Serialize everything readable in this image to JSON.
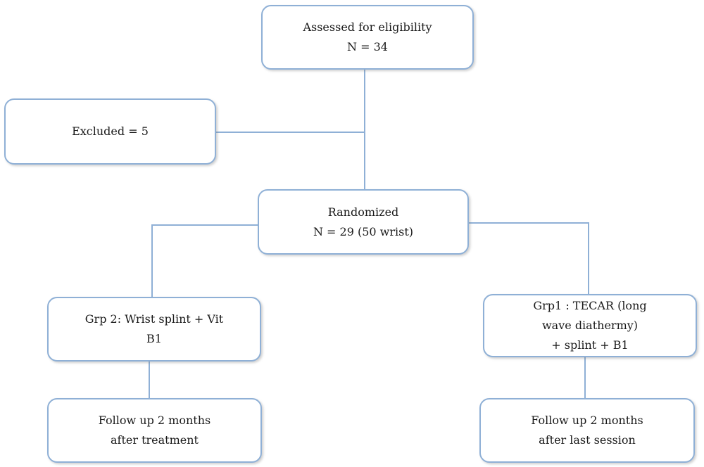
{
  "colors": {
    "box_border": "#8fb0d6",
    "connector": "#8fb0d6",
    "text": "#1a1a1a"
  },
  "nodes": {
    "assessed": {
      "line1": "Assessed for eligibility",
      "line2": "N = 34"
    },
    "excluded": {
      "line1": "Excluded = 5"
    },
    "randomized": {
      "line1": "Randomized",
      "line2": "N = 29 (50 wrist)"
    },
    "grp2": {
      "line1": "Grp 2: Wrist splint + Vit",
      "line2": "B1"
    },
    "grp1": {
      "line1": "Grp1 : TECAR (long",
      "line2": "wave diathermy)",
      "line3": "+ splint + B1"
    },
    "follow_left": {
      "line1": "Follow up 2 months",
      "line2": "after treatment"
    },
    "follow_right": {
      "line1": "Follow up 2 months",
      "line2": "after last session"
    }
  }
}
